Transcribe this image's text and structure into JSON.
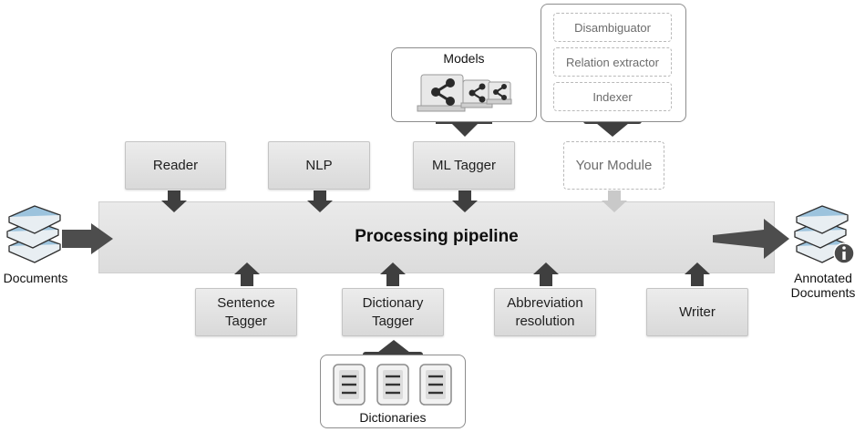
{
  "pipeline": {
    "label": "Processing pipeline"
  },
  "input": {
    "label": "Documents"
  },
  "output": {
    "label_line1": "Annotated",
    "label_line2": "Documents"
  },
  "top_modules": [
    {
      "label": "Reader"
    },
    {
      "label": "NLP"
    },
    {
      "label": "ML Tagger"
    },
    {
      "label": "Your Module"
    }
  ],
  "bottom_modules": [
    {
      "line1": "Sentence",
      "line2": "Tagger"
    },
    {
      "line1": "Dictionary",
      "line2": "Tagger"
    },
    {
      "line1": "Abbreviation",
      "line2": "resolution"
    },
    {
      "line1": "Writer",
      "line2": ""
    }
  ],
  "models": {
    "title": "Models"
  },
  "custom_options": [
    "Disambiguator",
    "Relation extractor",
    "Indexer"
  ],
  "dictionaries": {
    "title": "Dictionaries"
  },
  "colors": {
    "box": "#dedede",
    "arrow": "#4a4a4a",
    "dashed": "#b9b9b9",
    "stack_blue": "#9cc3dd"
  }
}
